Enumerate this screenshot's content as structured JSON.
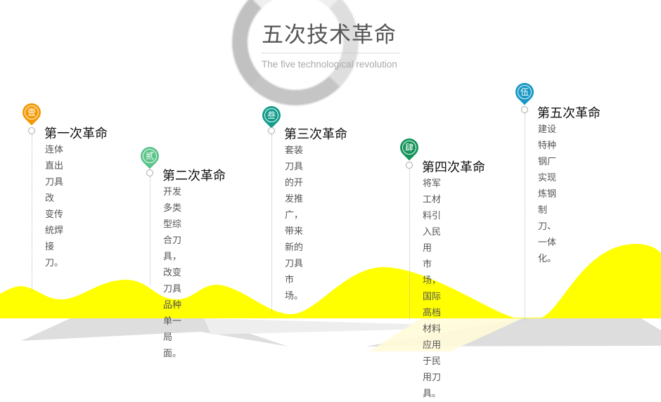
{
  "header": {
    "title": "五次技术革命",
    "subtitle": "The five technological revolution"
  },
  "colors": {
    "hill": "#ffff00",
    "shadow": "#dddddd"
  },
  "steps": [
    {
      "badge": "壹",
      "color": "#f39800",
      "title": "第一次革命",
      "lines": [
        "连体直出刀具改",
        "变传统焊接刀。"
      ]
    },
    {
      "badge": "贰",
      "color": "#5cc48a",
      "title": "第二次革命",
      "lines": [
        "开发多类型综合刀",
        "具，改变刀具品种",
        "单一局面。"
      ]
    },
    {
      "badge": "叁",
      "color": "#139c8c",
      "title": "第三次革命",
      "lines": [
        "套装刀具的开发推广，",
        "带来新的刀具市场。"
      ]
    },
    {
      "badge": "肆",
      "color": "#14945a",
      "title": "第四次革命",
      "lines": [
        "将军工材料引入民用",
        "市场，国际高档材料",
        "应用于民用刀具。"
      ]
    },
    {
      "badge": "伍",
      "color": "#1798c4",
      "title": "第五次革命",
      "lines": [
        "建设特种钢厂实现炼钢",
        "制刀、一体化。"
      ]
    }
  ]
}
